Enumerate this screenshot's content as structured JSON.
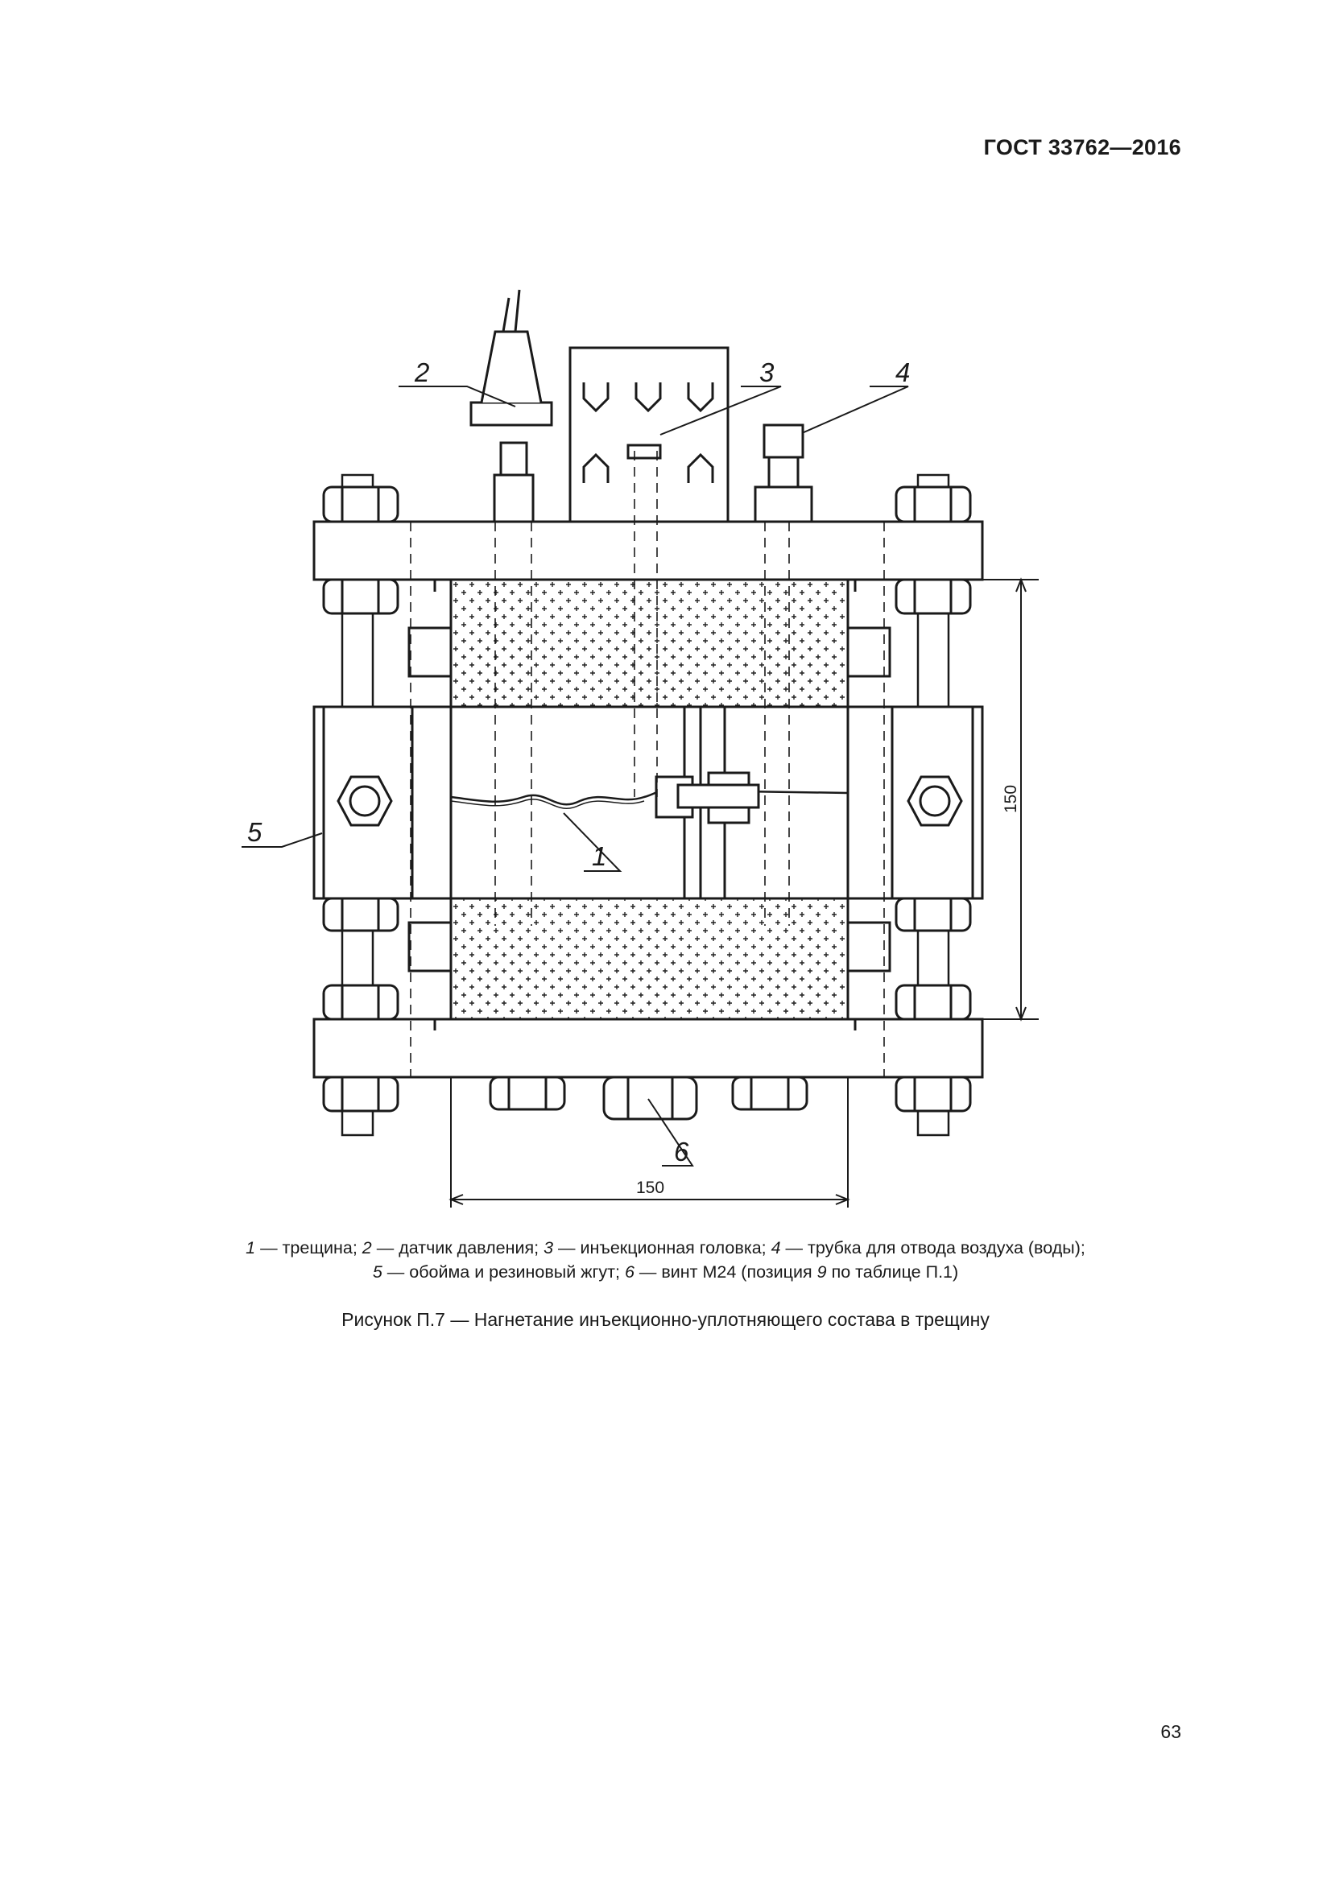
{
  "header": {
    "doc_id": "ГОСТ 33762—2016"
  },
  "figure": {
    "callouts": [
      "1",
      "2",
      "3",
      "4",
      "5",
      "6"
    ],
    "dimension_vertical": "150",
    "dimension_horizontal": "150"
  },
  "legend": {
    "line1": [
      {
        "num": "1",
        "text": " — трещина; "
      },
      {
        "num": "2",
        "text": " — датчик давления; "
      },
      {
        "num": "3",
        "text": " — инъекционная головка; "
      },
      {
        "num": "4",
        "text": " — трубка для отвода воздуха (воды);"
      }
    ],
    "line2": [
      {
        "num": "5",
        "text": " — обойма и резиновый жгут; "
      },
      {
        "num": "6",
        "text": " — винт М24 (позиция "
      },
      {
        "num": "9",
        "text": " по таблице П.1)"
      }
    ]
  },
  "caption": "Рисунок П.7 — Нагнетание инъекционно-уплотняющего состава в трещину",
  "page_number": "63"
}
